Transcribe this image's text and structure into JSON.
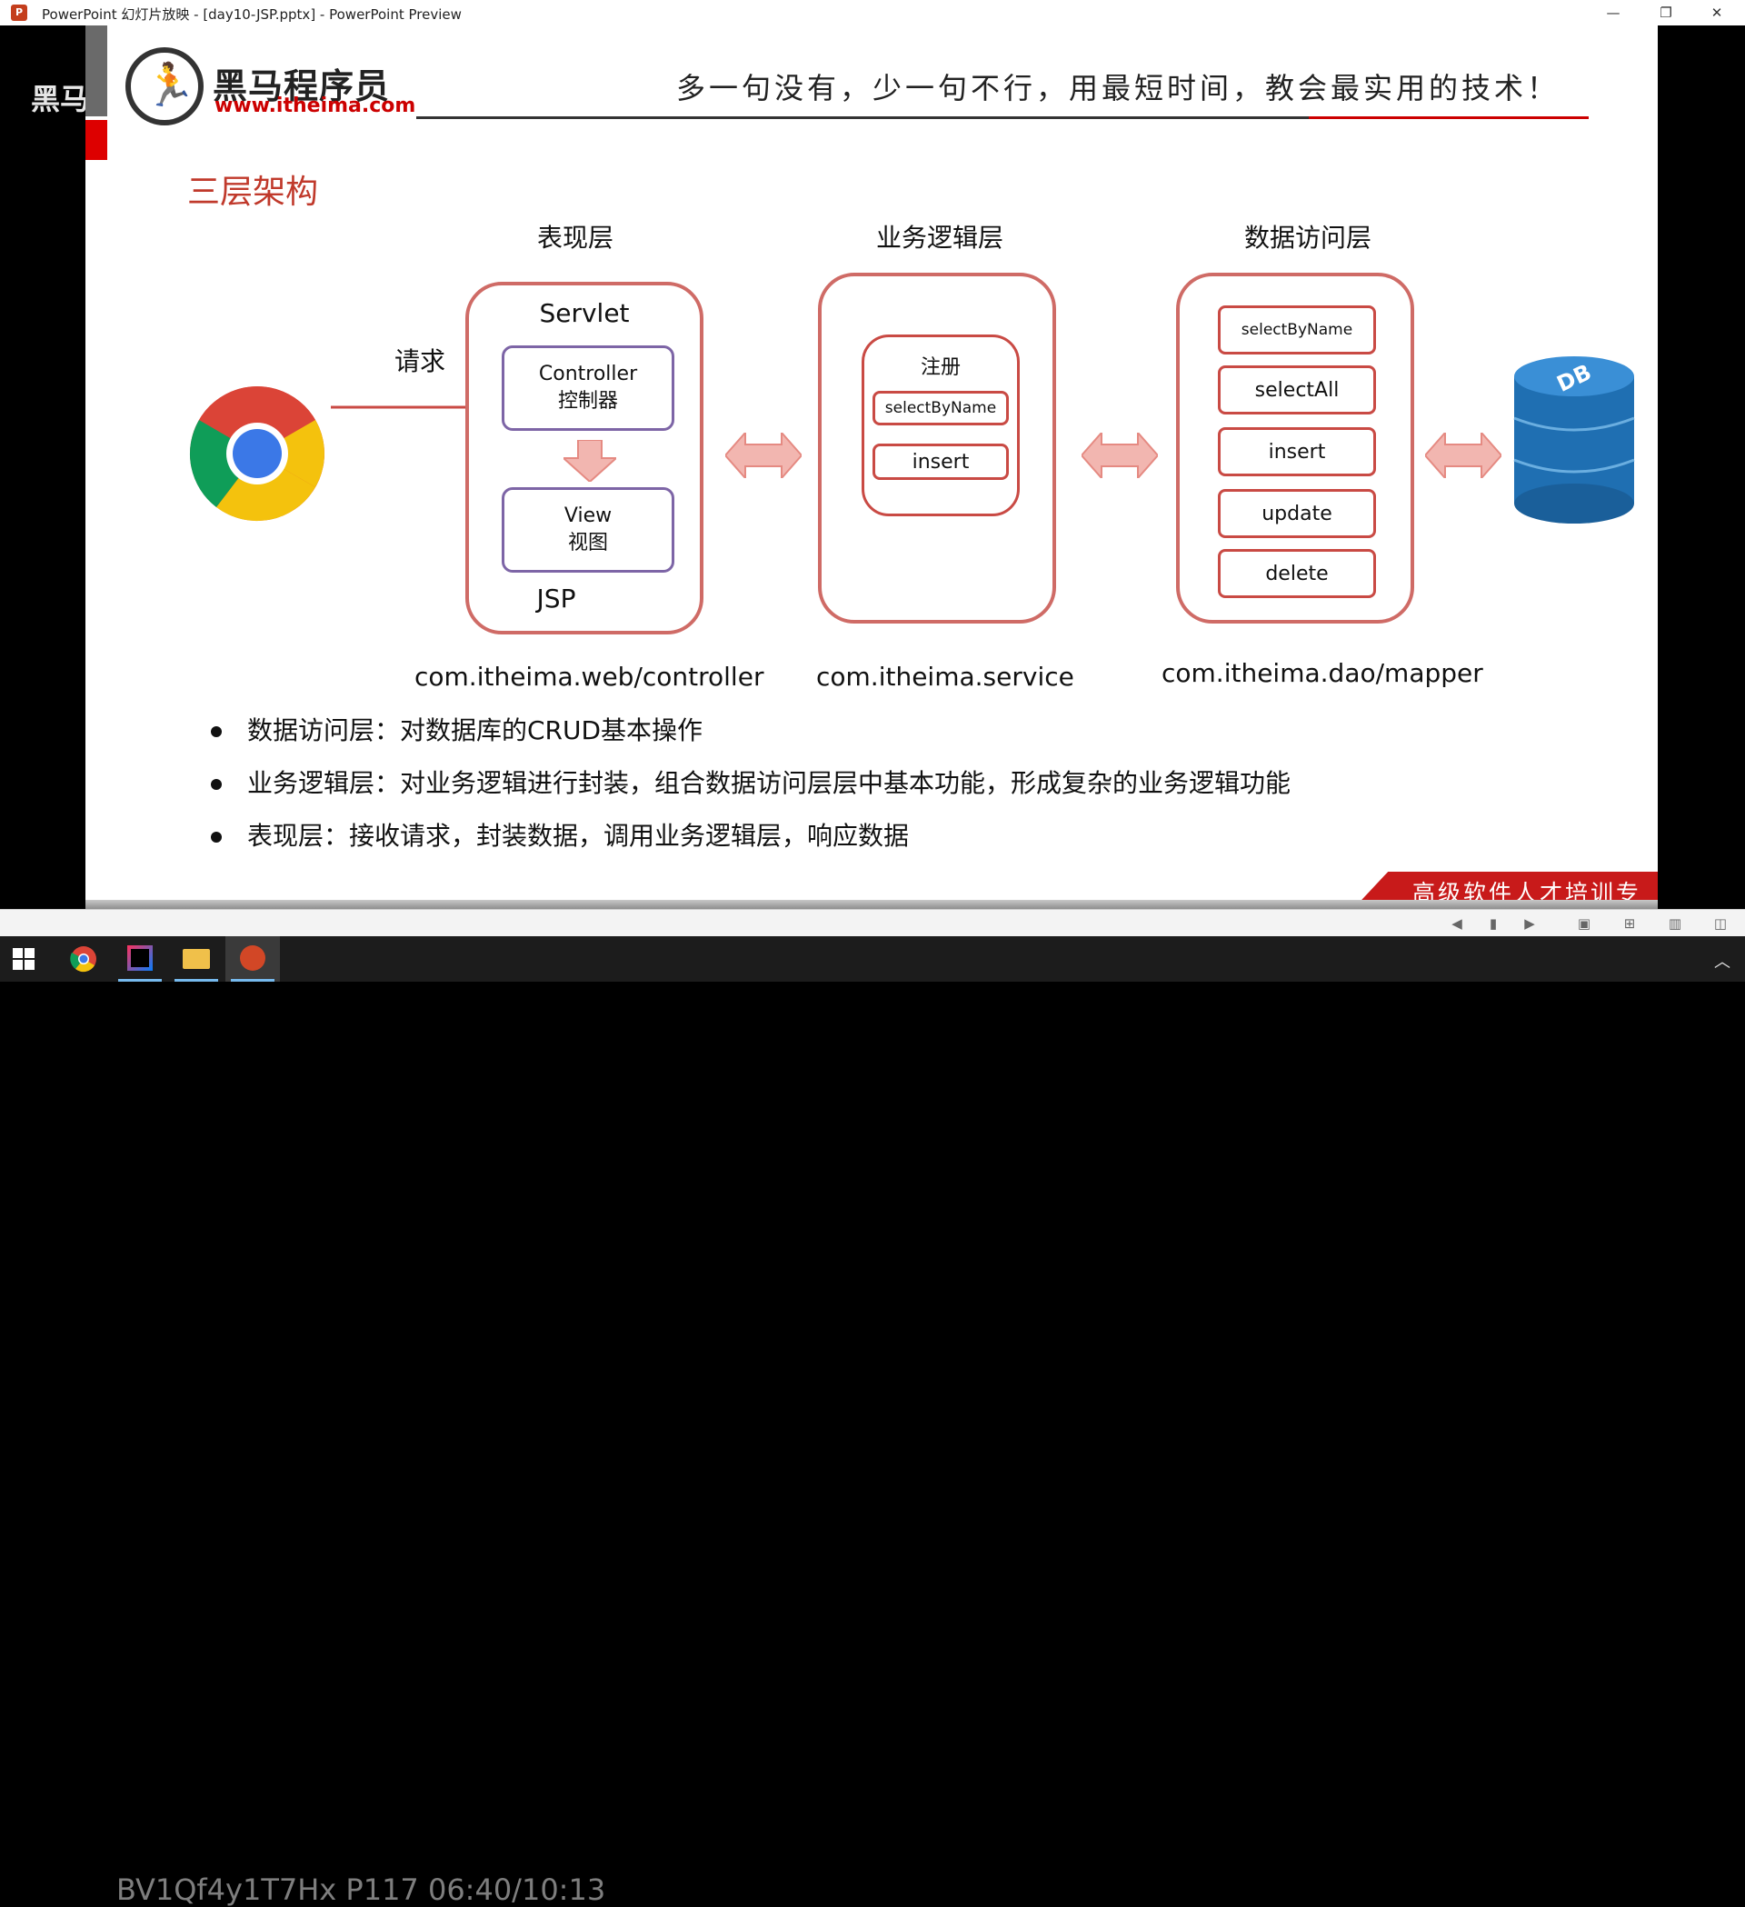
{
  "window": {
    "title": "PowerPoint 幻灯片放映 - [day10-JSP.pptx] - PowerPoint Preview",
    "app_icon": "P",
    "minimize_glyph": "—",
    "restore_glyph": "❐",
    "close_glyph": "✕"
  },
  "slide": {
    "logo_cn": "黑马程序员",
    "logo_url": "www.itheima.com",
    "corner_text": "黑马",
    "slogan": "多一句没有，少一句不行，用最短时间，教会最实用的技术！",
    "title": "三层架构",
    "layers": {
      "presentation": {
        "heading": "表现层",
        "top_label": "Servlet",
        "bottom_label": "JSP",
        "controller_en": "Controller",
        "controller_cn": "控制器",
        "view_en": "View",
        "view_cn": "视图",
        "package": "com.itheima.web/controller"
      },
      "business": {
        "heading": "业务逻辑层",
        "group_label": "注册",
        "items": [
          "selectByName",
          "insert"
        ],
        "package": "com.itheima.service"
      },
      "data_access": {
        "heading": "数据访问层",
        "items": [
          "selectByName",
          "selectAll",
          "insert",
          "update",
          "delete"
        ],
        "package": "com.itheima.dao/mapper"
      }
    },
    "request_label": "请求",
    "db_label": "DB",
    "bullets": [
      "数据访问层：对数据库的CRUD基本操作",
      "业务逻辑层：对业务逻辑进行封装，组合数据访问层层中基本功能，形成复杂的业务逻辑功能",
      "表现层：接收请求，封装数据，调用业务逻辑层，响应数据"
    ],
    "brand_banner": "高级软件人才培训专家"
  },
  "overlay": {
    "watermark": "BV1Qf4y1T7Hx P117 06:40/10:13"
  },
  "colors": {
    "accent_red": "#c0392b",
    "layer_border": "#cf6b66",
    "inner_purple": "#7d65a6",
    "arrow_pink": "#f2b6b0",
    "db_blue": "#1f6fb2"
  }
}
